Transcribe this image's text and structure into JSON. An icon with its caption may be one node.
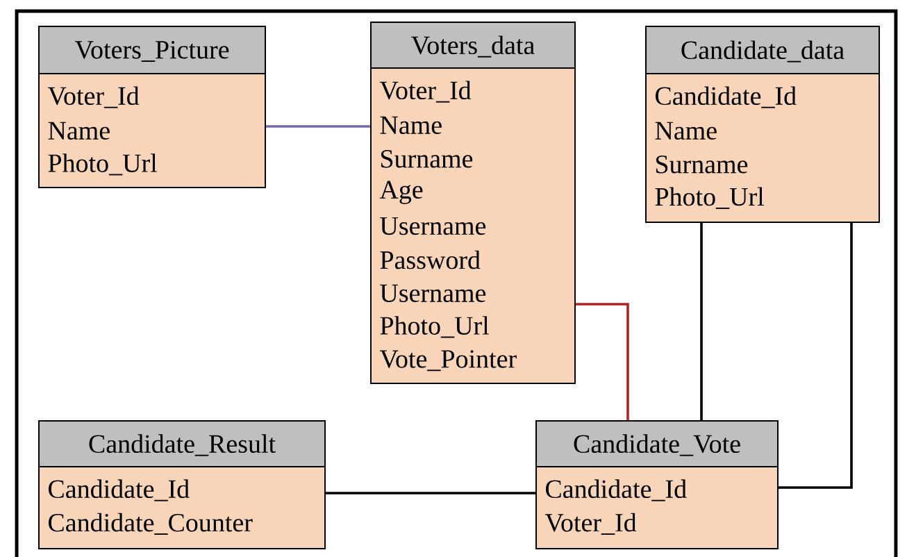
{
  "diagram": {
    "nodes": [
      {
        "text": [
          "Voters_Picture",
          "Voter_Id",
          "Name",
          "Photo_Url"
        ]
      },
      {
        "text": [
          "Voters_data",
          "Voter_Id",
          "Name",
          "Surname",
          "Age",
          "Username",
          "Password",
          "Username",
          "Photo_Url",
          "Vote_Pointer"
        ]
      },
      {
        "text": [
          "Candidate_data",
          "Candidate_Id",
          "Name",
          "Surname",
          "Photo_Url"
        ]
      },
      {
        "text": [
          "Candidate_Result",
          "Candidate_Id",
          "Candidate_Counter"
        ]
      },
      {
        "text": [
          "Candidate_Vote",
          "Candidate_Id",
          "Voter_Id"
        ]
      }
    ],
    "edges": [
      {
        "from": 0,
        "to": 1,
        "arrow": "none",
        "color": "#7b68a6"
      },
      {
        "from": 1,
        "to": 4,
        "arrow": "none",
        "color": "#b22222"
      },
      {
        "from": 2,
        "to": 4,
        "arrow": "none"
      },
      {
        "from": 2,
        "to": 4,
        "arrow": "none"
      },
      {
        "from": 3,
        "to": 4,
        "arrow": "none"
      }
    ]
  }
}
